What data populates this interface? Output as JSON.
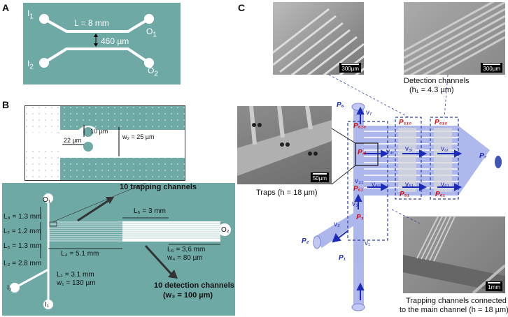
{
  "panel_letters": {
    "a": "A",
    "b": "B",
    "c": "C"
  },
  "panel_a": {
    "bg": "#6fa9a6",
    "inlet1": "I",
    "inlet1_sub": "1",
    "inlet2": "I",
    "inlet2_sub": "2",
    "outlet1": "O",
    "outlet1_sub": "1",
    "outlet2": "O",
    "outlet2_sub": "2",
    "length": "L = 8 mm",
    "width": "460 µm"
  },
  "panel_b": {
    "inset": {
      "w10": "10 µm",
      "w22": "22 µm",
      "w2": "w₂ = 25 µm"
    },
    "o1": "O₁",
    "o2": "O₂",
    "i1": "I₁",
    "i2": "I₂",
    "labels": {
      "L8": "L₈ = 1.3 mm",
      "L7": "L₇ = 1.2 mm",
      "L5": "L₅ = 1.3 mm",
      "L2": "L₂ = 2.8 mm",
      "L4": "L₄ = 5.1 mm",
      "L3": "L₅ = 3 mm",
      "L6": "L₆ = 3,6 mm",
      "w4": "w₄ = 80 µm",
      "L1": "L₁ = 3.1 mm",
      "w1": "w₁ = 130 µm"
    },
    "trap_label": "10 trapping channels",
    "det_label": "10 detection channels",
    "det_sub": "(w₃ = 100 µm)"
  },
  "panel_c": {
    "sem_top_left_scale": "300µm",
    "sem_top_right_scale": "300µm",
    "det_caption": "Detection channels",
    "det_caption2": "(h₁ = 4.3 µm)",
    "trap_scale": "50µm",
    "trap_caption": "Traps (h = 18 µm)",
    "bottom_scale": "1mm",
    "bottom_caption1": "Trapping channels connected",
    "bottom_caption2": "to the main channel (h = 18 µm)",
    "p_labels": {
      "P1": "P₁",
      "P2": "P₂",
      "P3": "P₃",
      "P6": "P₆",
      "P7": "P₇",
      "P61": "P₆₁",
      "P610": "P₆₁₀",
      "P4i": "P₄ᵢ",
      "P51": "P₅₁",
      "P510": "P₅₁₀",
      "P61b": "P₆₁",
      "P610b": "P₆₁₀"
    },
    "v_labels": {
      "v1": "v₁",
      "v2": "v₂",
      "v3": "v₃",
      "v7": "v₇",
      "v4i": "v₄ᵢ",
      "v5i": "v₅ᵢ",
      "v6i": "v₆ᵢ",
      "v41": "v₄₁",
      "v51": "v₅₁",
      "v61": "v₆₁",
      "v31": "v₃₁"
    }
  }
}
